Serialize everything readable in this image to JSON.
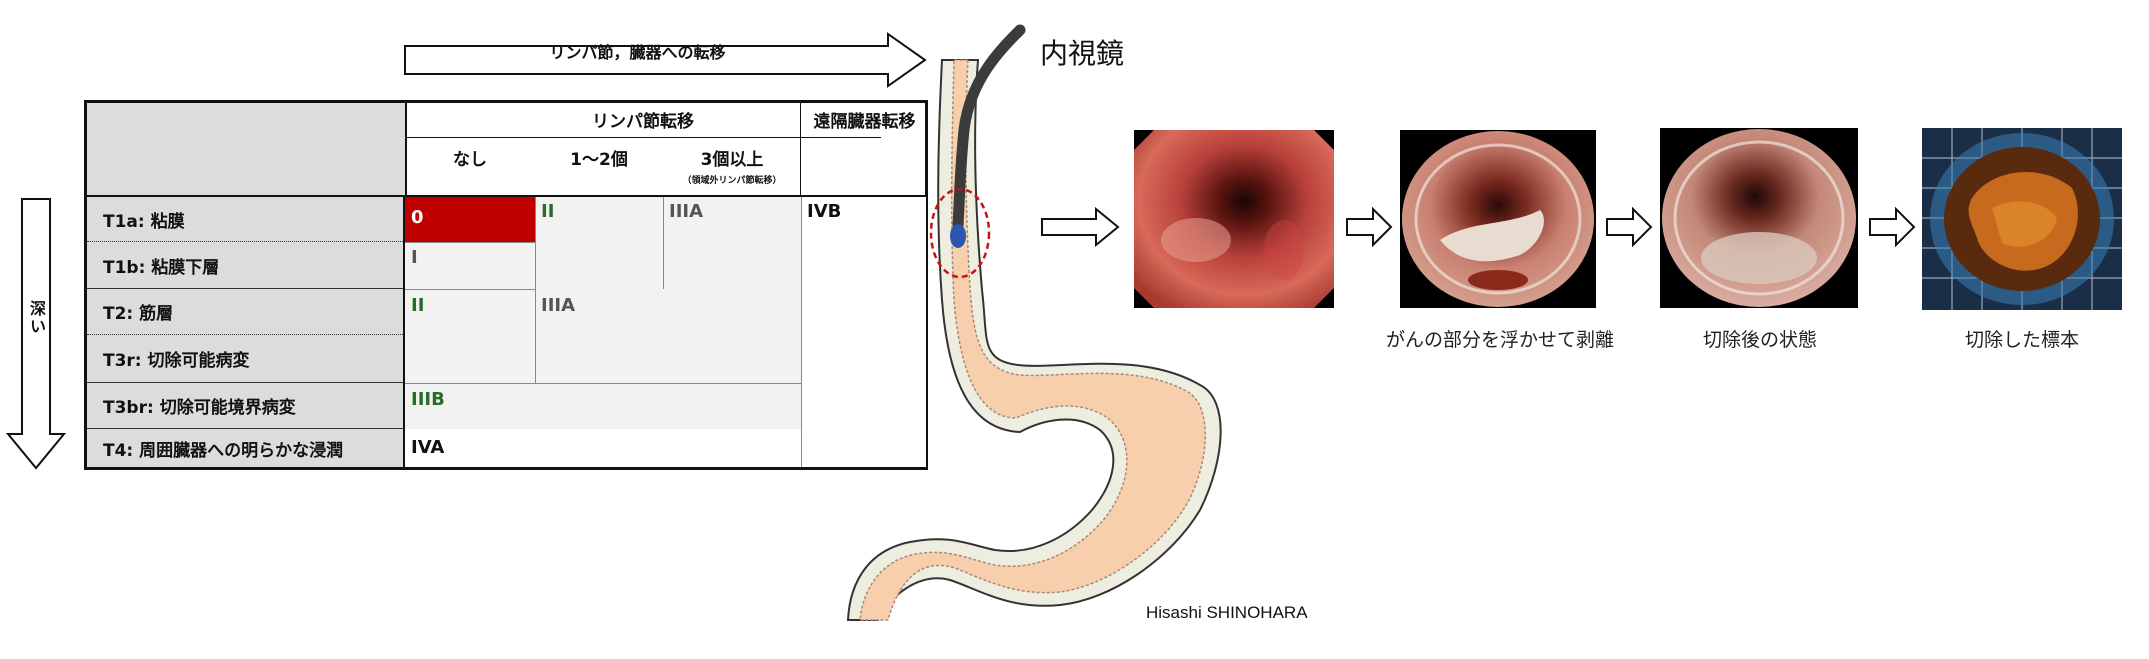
{
  "top_arrow": {
    "label": "リンパ節，臓器への転移"
  },
  "depth_arrow": {
    "label": "深い"
  },
  "table": {
    "header": {
      "lymph": "リンパ節転移",
      "none": "なし",
      "few": "1〜2個",
      "many": "3個以上",
      "many_note": "（領域外リンパ節転移）",
      "distant": "遠隔臓器転移"
    },
    "rows": [
      {
        "label": "T1a: 粘膜"
      },
      {
        "label": "T1b: 粘膜下層"
      },
      {
        "label": "T2: 筋層"
      },
      {
        "label": "T3r: 切除可能病変"
      },
      {
        "label": "T3br: 切除可能境界病変"
      },
      {
        "label": "T4: 周囲臓器への明らかな浸潤"
      }
    ],
    "stages": {
      "s0": "0",
      "s1": "I",
      "s2a": "II",
      "s2b": "II",
      "s3a_top": "IIIA",
      "s3a_mid": "IIIA",
      "s3b": "IIIB",
      "s4a": "IVA",
      "s4b": "IVB"
    },
    "colors": {
      "stage0_bg": "#c00000",
      "shaded": "#f2f2f2",
      "green_text": "#2a6a2a"
    }
  },
  "endoscope": {
    "label": "内視鏡"
  },
  "captions": {
    "c1": "がんの部分を浮かせて剥離",
    "c2": "切除後の状態",
    "c3": "切除した標本"
  },
  "credit": "Hisashi SHINOHARA"
}
